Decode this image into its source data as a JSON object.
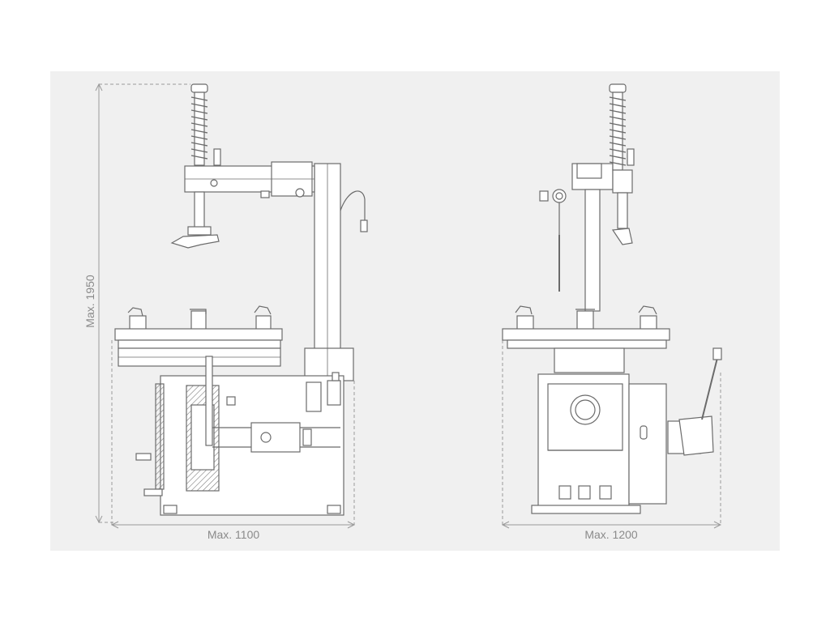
{
  "dimensions": {
    "height_label": "Max. 1950",
    "width_side_label": "Max. 1100",
    "width_front_label": "Max. 1200"
  },
  "colors": {
    "panel": "#f0f0f0",
    "line": "#6b6b6b",
    "dim_line": "#9a9a9a",
    "text": "#8a8a8a",
    "fill": "#ffffff"
  }
}
